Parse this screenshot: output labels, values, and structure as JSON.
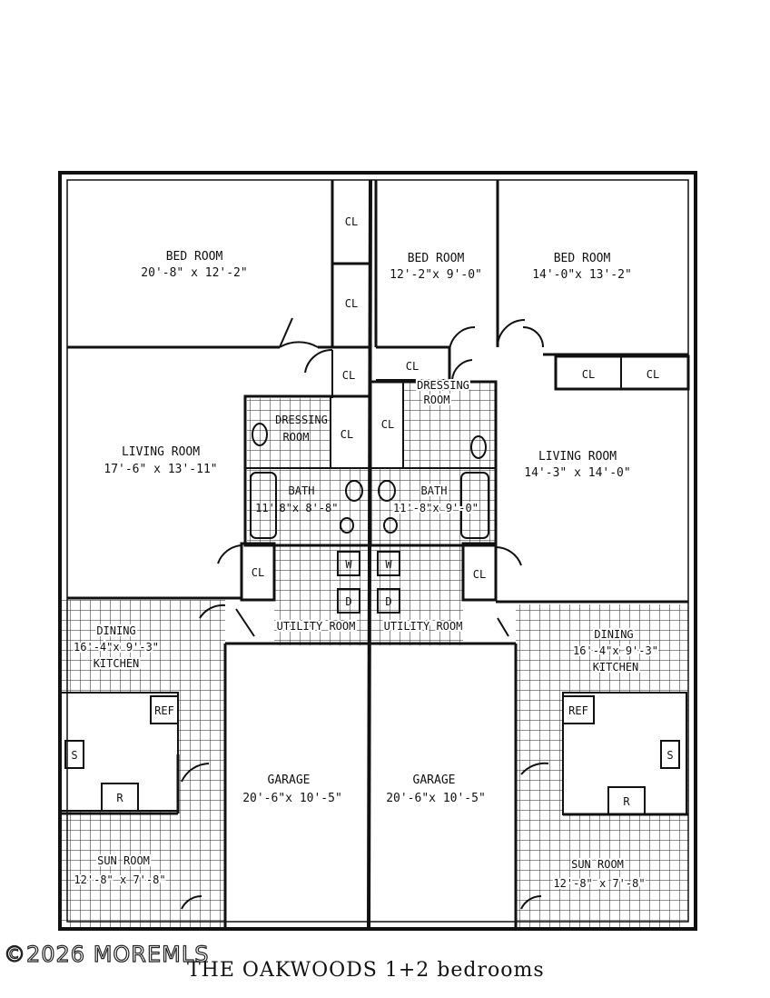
{
  "plan": {
    "left_unit": {
      "bedroom": {
        "name": "BED ROOM",
        "dims": "20'-8\" x 12'-2\""
      },
      "closet_upper": "CL",
      "closet_lower": "CL",
      "closet_hall": "CL",
      "living": {
        "name": "LIVING ROOM",
        "dims": "17'-6\" x 13'-11\""
      },
      "dressing": {
        "line1": "DRESSING",
        "line2": "ROOM"
      },
      "dressing_closet": "CL",
      "bath": {
        "name": "BATH",
        "dims": "8\"x 8'-8\"",
        "tub": "11'"
      },
      "entry_closet": "CL",
      "washer": "W",
      "dryer": "D",
      "utility": "UTILITY ROOM",
      "dining": {
        "line1": "DINING",
        "line2": "16'-4\"x 9'-3\"",
        "line3": "KITCHEN"
      },
      "ref": "REF",
      "sink": "S",
      "range": "R",
      "garage": {
        "name": "GARAGE",
        "dims": "20'-6\"x 10'-5\""
      },
      "sun": {
        "name": "SUN ROOM",
        "dims": "12'-8\" x 7'-8\""
      }
    },
    "right_unit": {
      "bedroom_small": {
        "name": "BED ROOM",
        "dims": "12'-2\"x 9'-0\""
      },
      "bedroom_large": {
        "name": "BED ROOM",
        "dims": "14'-0\"x 13'-2\""
      },
      "closet_hall": "CL",
      "closet_a": "CL",
      "closet_b": "CL",
      "dressing": {
        "line1": "DRESSING",
        "line2": "ROOM"
      },
      "dressing_closet": "CL",
      "living": {
        "name": "LIVING ROOM",
        "dims": "14'-3\" x 14'-0\""
      },
      "bath": {
        "name": "BATH",
        "dims": "11'-8\"x 9'-0\""
      },
      "entry_closet": "CL",
      "washer": "W",
      "dryer": "D",
      "utility": "UTILITY ROOM",
      "dining": {
        "line1": "DINING",
        "line2": "16'-4\"x 9'-3\"",
        "line3": "KITCHEN"
      },
      "ref": "REF",
      "sink": "S",
      "range": "R",
      "garage": {
        "name": "GARAGE",
        "dims": "20'-6\"x 10'-5\""
      },
      "sun": {
        "name": "SUN ROOM",
        "dims": "12'-8\" x 7'-8\""
      }
    }
  },
  "watermark": "©2026 MOREMLS",
  "caption": "THE OAKWOODS 1+2 bedrooms"
}
